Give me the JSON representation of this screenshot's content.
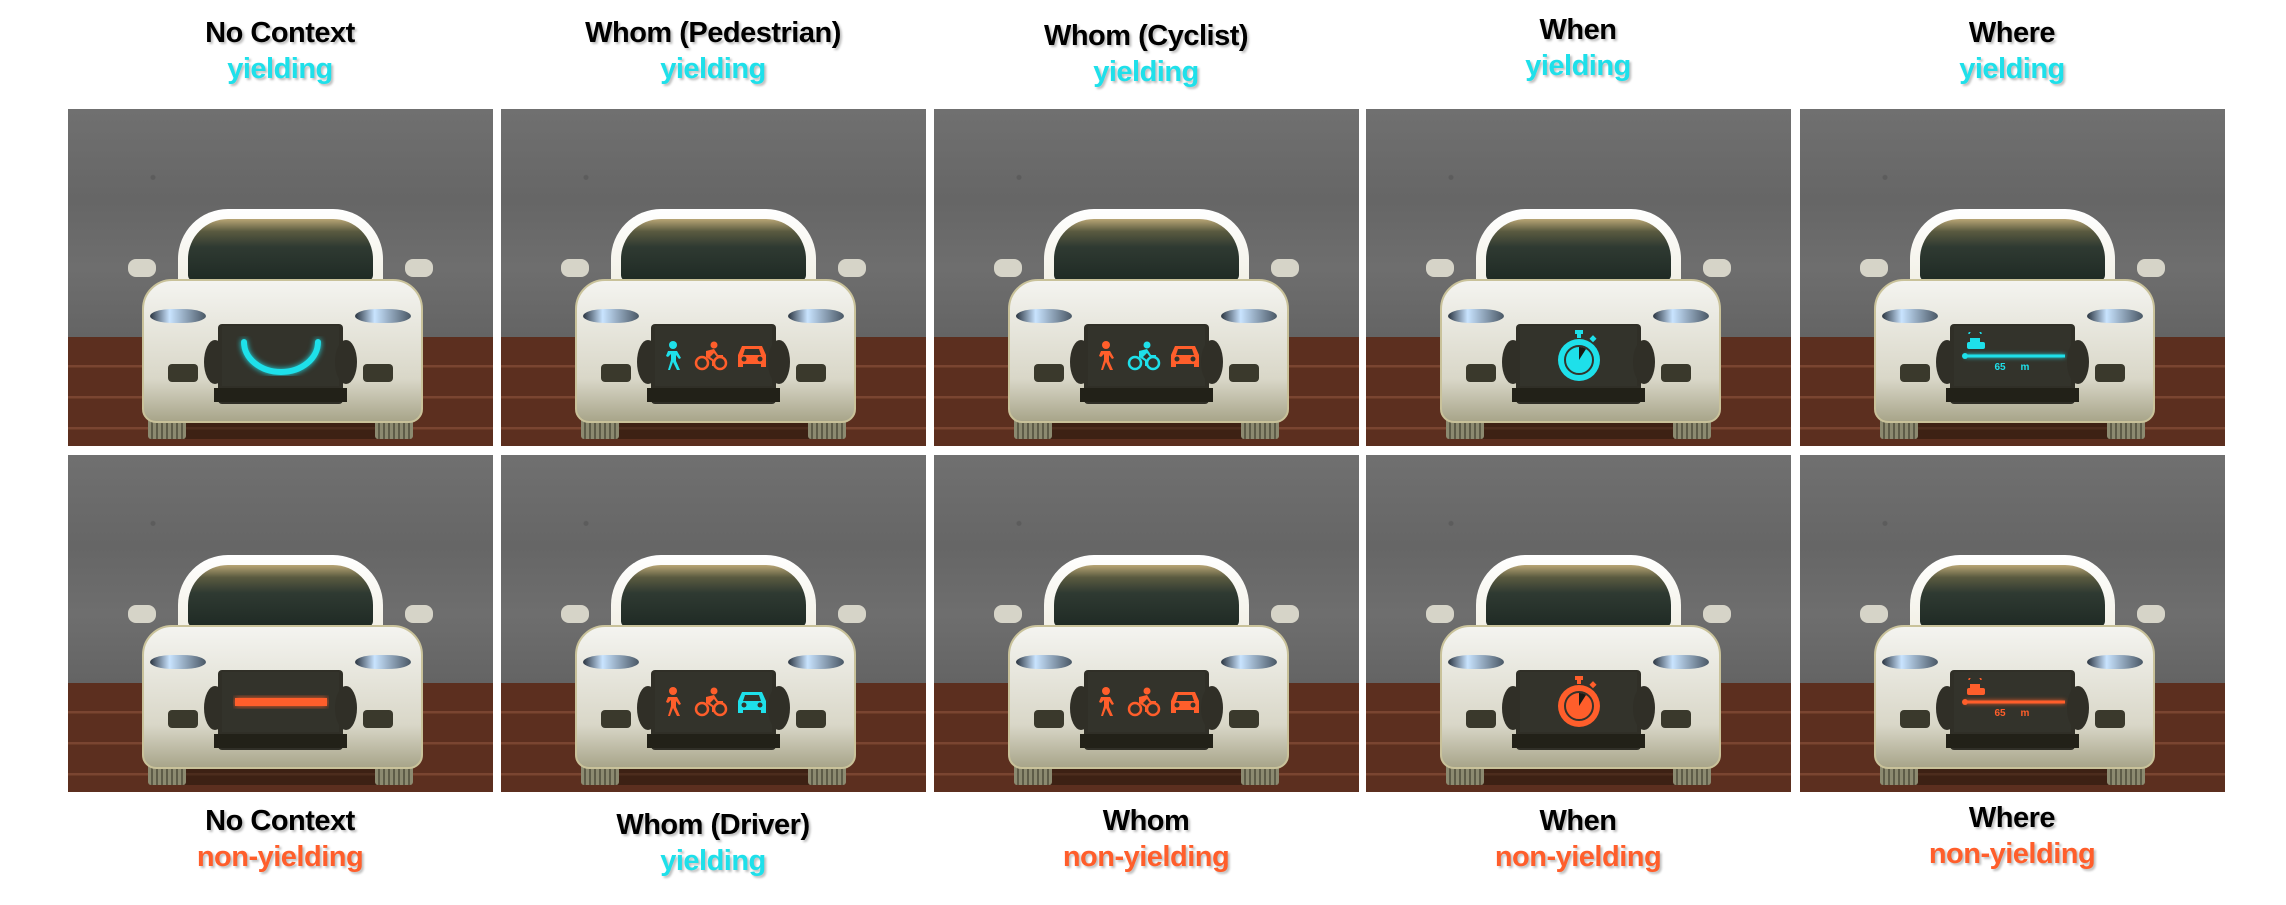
{
  "colors": {
    "yielding": "#1ee0ea",
    "non_yielding": "#ff5e2b",
    "display_bg": "#33332b"
  },
  "top_row": [
    {
      "title": "No Context",
      "state": "yielding",
      "display": {
        "type": "smile-arc",
        "color": "#1ee0ea"
      }
    },
    {
      "title": "Whom (Pedestrian)",
      "state": "yielding",
      "display": {
        "type": "road-users",
        "icons": [
          {
            "name": "pedestrian-icon",
            "color": "#1ee0ea"
          },
          {
            "name": "cyclist-icon",
            "color": "#ff5e2b"
          },
          {
            "name": "car-icon",
            "color": "#ff5e2b"
          }
        ]
      }
    },
    {
      "title": "Whom (Cyclist)",
      "state": "yielding",
      "display": {
        "type": "road-users",
        "icons": [
          {
            "name": "pedestrian-icon",
            "color": "#ff5e2b"
          },
          {
            "name": "cyclist-icon",
            "color": "#1ee0ea"
          },
          {
            "name": "car-icon",
            "color": "#ff5e2b"
          }
        ]
      }
    },
    {
      "title": "When",
      "state": "yielding",
      "display": {
        "type": "stopwatch-icon",
        "color": "#1ee0ea"
      }
    },
    {
      "title": "Where",
      "state": "yielding",
      "display": {
        "type": "distance-bar",
        "color": "#1ee0ea",
        "distance": "65",
        "unit": "m"
      }
    }
  ],
  "bottom_row": [
    {
      "title": "No Context",
      "state": "non-yielding",
      "display": {
        "type": "flat-line",
        "color": "#ff5e2b"
      }
    },
    {
      "title": "Whom (Driver)",
      "state": "yielding",
      "display": {
        "type": "road-users",
        "icons": [
          {
            "name": "pedestrian-icon",
            "color": "#ff5e2b"
          },
          {
            "name": "cyclist-icon",
            "color": "#ff5e2b"
          },
          {
            "name": "car-icon",
            "color": "#1ee0ea"
          }
        ]
      }
    },
    {
      "title": "Whom",
      "state": "non-yielding",
      "display": {
        "type": "road-users",
        "icons": [
          {
            "name": "pedestrian-icon",
            "color": "#ff5e2b"
          },
          {
            "name": "cyclist-icon",
            "color": "#ff5e2b"
          },
          {
            "name": "car-icon",
            "color": "#ff5e2b"
          }
        ]
      }
    },
    {
      "title": "When",
      "state": "non-yielding",
      "display": {
        "type": "stopwatch-icon",
        "color": "#ff5e2b"
      }
    },
    {
      "title": "Where",
      "state": "non-yielding",
      "display": {
        "type": "distance-bar",
        "color": "#ff5e2b",
        "distance": "65",
        "unit": "m"
      }
    }
  ]
}
